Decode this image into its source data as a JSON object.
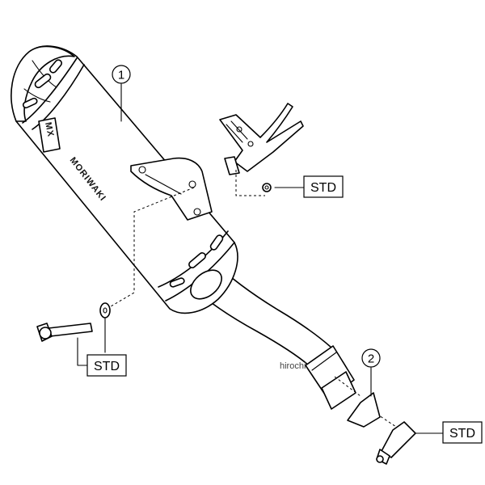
{
  "callouts": {
    "part1": "1",
    "part2": "2"
  },
  "labels": {
    "std_bracket_bolt": "STD",
    "std_mount_bolt": "STD",
    "std_gasket_clamp": "STD"
  },
  "muffler_brand": "MORIWAKI",
  "muffler_logo": "MX",
  "watermark": "hirochi"
}
